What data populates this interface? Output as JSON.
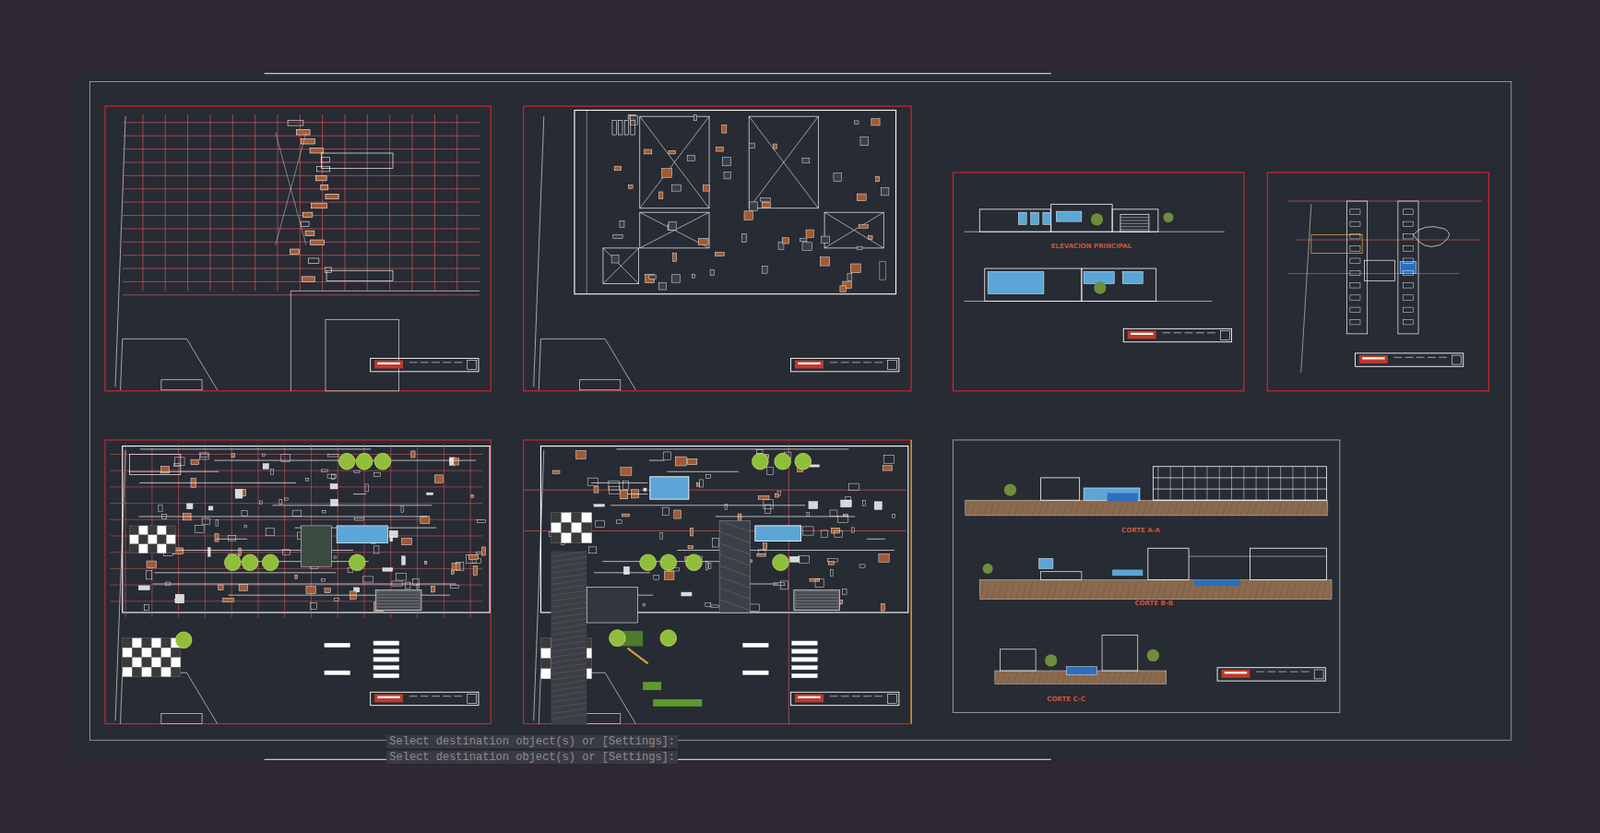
{
  "diagram": {
    "labels": [
      "ELEVACION PRINCIPAL",
      "CORTE A-A",
      "CORTE B-B",
      "CORTE C-C",
      "Select destination object(s) or [Settings]:",
      "Select destination object(s) or [Settings]:"
    ]
  }
}
